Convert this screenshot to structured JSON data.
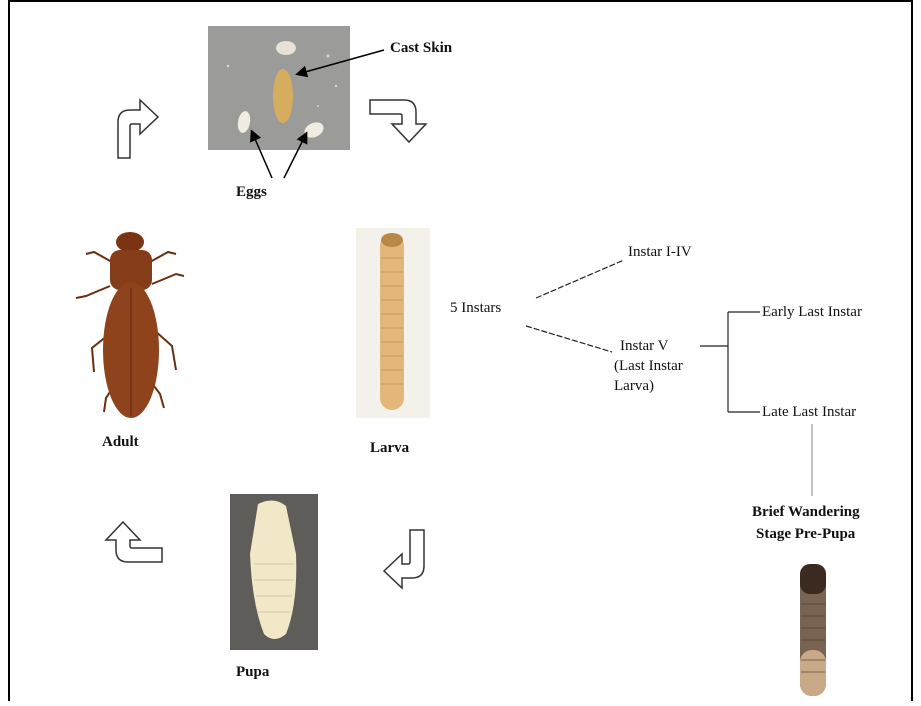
{
  "labels": {
    "cast_skin": "Cast Skin",
    "eggs": "Eggs",
    "adult": "Adult",
    "larva": "Larva",
    "pupa": "Pupa",
    "five_instars": "5 Instars",
    "instar_i_iv": "Instar I-IV",
    "instar_v_line1": "Instar V",
    "instar_v_line2": "(Last Instar",
    "instar_v_line3": "Larva)",
    "early_last_instar": "Early Last Instar",
    "late_last_instar": "Late Last Instar",
    "wandering_line1": "Brief Wandering",
    "wandering_line2": "Stage Pre-Pupa"
  },
  "icons": {
    "arrow_top_left": "curved-arrow-up-right-icon",
    "arrow_top_right": "curved-arrow-down-icon",
    "arrow_bottom_left": "curved-arrow-left-up-icon",
    "arrow_bottom_right": "curved-arrow-down-left-icon"
  },
  "colors": {
    "egg_background": "#9a9a98",
    "beetle": "#8a3f1a",
    "larva": "#e2b678",
    "pupa": "#f1e6c4",
    "pupa_background": "#5e5c58",
    "prepupa": "#6a5040"
  }
}
